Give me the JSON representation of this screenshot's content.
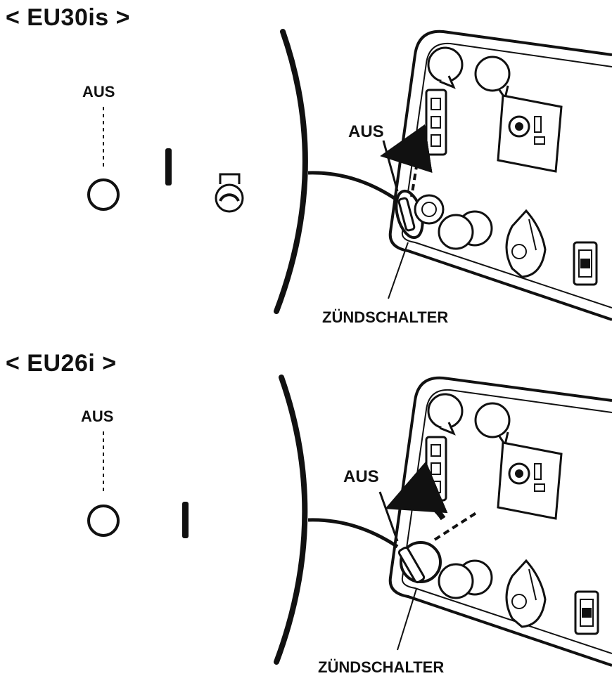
{
  "panels": [
    {
      "model_heading": "< EU30is >",
      "off_symbol_label": "AUS",
      "arrow_label": "AUS",
      "switch_label": "ZÜNDSCHALTER"
    },
    {
      "model_heading": "< EU26i >",
      "off_symbol_label": "AUS",
      "arrow_label": "AUS",
      "switch_label": "ZÜNDSCHALTER"
    }
  ],
  "colors": {
    "ink": "#111111",
    "background": "#ffffff"
  }
}
